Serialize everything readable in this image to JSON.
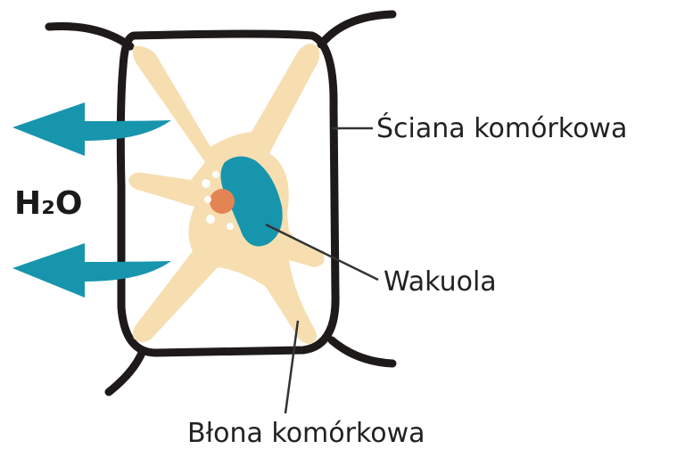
{
  "labels": {
    "water": "H₂O",
    "cell_wall": "Ściana komórkowa",
    "vacuole": "Wakuola",
    "cell_membrane": "Błona komórkowa"
  },
  "colors": {
    "cell_wall": "#1e1a1a",
    "cytoplasm": "#f6deb0",
    "vacuole": "#1795ad",
    "nucleus": "#e48455",
    "arrows": "#1795ad",
    "leader_lines": "#333333",
    "text": "#222222"
  },
  "icons": {
    "water_flow": "arrow-left-icon"
  }
}
